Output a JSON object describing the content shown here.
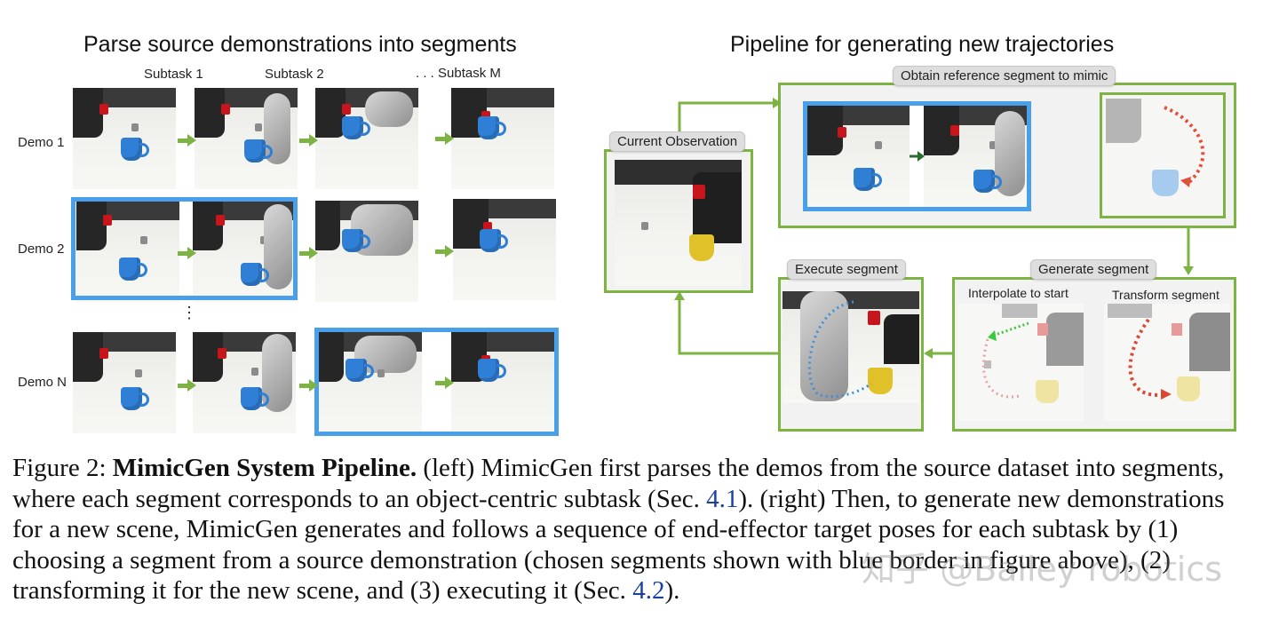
{
  "left_panel": {
    "title": "Parse source demonstrations into segments",
    "subtask_headers": [
      "Subtask 1",
      "Subtask 2",
      ". . . Subtask M"
    ],
    "rows": [
      "Demo 1",
      "Demo 2",
      "Demo N"
    ],
    "ellipsis": "⋮"
  },
  "right_panel": {
    "title": "Pipeline for generating new trajectories",
    "tags": {
      "obtain": "Obtain reference segment to mimic",
      "current": "Current Observation",
      "execute": "Execute segment",
      "generate": "Generate segment"
    },
    "sublabels": {
      "interpolate": "Interpolate to start",
      "transform": "Transform segment"
    }
  },
  "caption": {
    "prefix": "Figure 2: ",
    "bold": "MimicGen System Pipeline.",
    "part1": " (left) MimicGen first parses the demos from the source dataset into segments, where each segment corresponds to an object-centric subtask (Sec. ",
    "ref1": "4.1",
    "part2": ").  (right) Then, to generate new demonstrations for a new scene, MimicGen generates and follows a sequence of end-effector target poses for each subtask by (1) choosing a segment from a source demonstration (chosen segments shown with blue border in figure above), (2) transforming it for the new scene, and (3) executing it (Sec. ",
    "ref2": "4.2",
    "part3": ")."
  },
  "watermark": "知乎 @Bailey robotics",
  "colors": {
    "accent_green": "#7cb342",
    "accent_blue": "#4a9fea",
    "ref_blue": "#1a3fa0"
  }
}
